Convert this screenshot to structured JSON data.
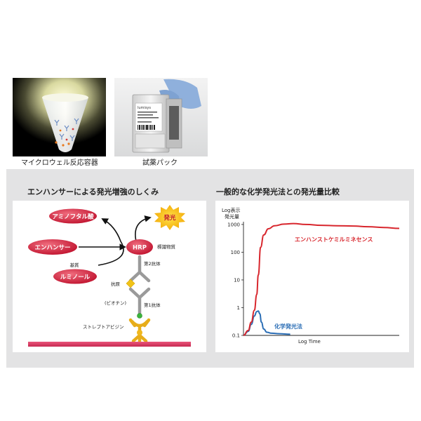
{
  "photos": {
    "left_caption": "マイクロウェル反応容器",
    "right_caption": "試薬パック",
    "pack_label": "lumisys"
  },
  "left_panel": {
    "title": "エンハンサーによる発光増強のしくみ",
    "nodes": {
      "aminophthalate": "アミノフタル酸",
      "hakko": "発光",
      "enhancer": "エンハンサー",
      "hrp": "HRP",
      "label_substance": "標識物質",
      "substrate": "基質",
      "luminol": "ルミノール",
      "secondary_antibody": "第2抗体",
      "antigen": "抗原",
      "biotin": "(ビオチン)",
      "primary_antibody": "第1抗体",
      "streptavidin": "ストレプトアビジン"
    }
  },
  "right_panel": {
    "title": "一般的な化学発光法との発光量比較",
    "chart_data": {
      "type": "line",
      "ylabel_line1": "Log表示",
      "ylabel_line2": "発光量",
      "xlabel": "Log Time",
      "y_scale": "log",
      "ylim": [
        0.1,
        2000
      ],
      "xlim": [
        0,
        10
      ],
      "y_ticks": [
        0.1,
        1,
        10,
        100,
        1000
      ],
      "y_tick_labels": [
        "0.1",
        "1",
        "10",
        "100",
        "1000"
      ],
      "grid": false,
      "series": [
        {
          "name": "エンハンストケミルミネセンス",
          "color": "#d8262d",
          "x": [
            0,
            0.3,
            0.5,
            0.7,
            0.85,
            0.95,
            1.1,
            1.3,
            1.6,
            2.0,
            2.6,
            3.2,
            4.0,
            5.0,
            6.0,
            7.0,
            8.0,
            9.0,
            10.0
          ],
          "y": [
            0.1,
            0.15,
            0.3,
            0.8,
            3,
            15,
            150,
            420,
            700,
            900,
            1030,
            1080,
            1000,
            930,
            900,
            880,
            830,
            780,
            720
          ]
        },
        {
          "name": "化学発光法",
          "color": "#2a6db5",
          "x": [
            0,
            0.3,
            0.5,
            0.7,
            0.85,
            0.95,
            1.05,
            1.15,
            1.3,
            1.5,
            1.8,
            2.3,
            3.0
          ],
          "y": [
            0.1,
            0.14,
            0.25,
            0.5,
            0.72,
            0.76,
            0.6,
            0.3,
            0.17,
            0.13,
            0.12,
            0.115,
            0.11
          ]
        }
      ]
    }
  },
  "colors": {
    "panel_bg": "#e3e3e4",
    "red_node": "#d71f38",
    "hakko_yellow": "#f5c600",
    "gold": "#e7ad1a",
    "base_pink": "#d9375d",
    "green_biotin": "#3bb43b",
    "chart_red": "#d8262d",
    "chart_blue": "#2a6db5"
  }
}
